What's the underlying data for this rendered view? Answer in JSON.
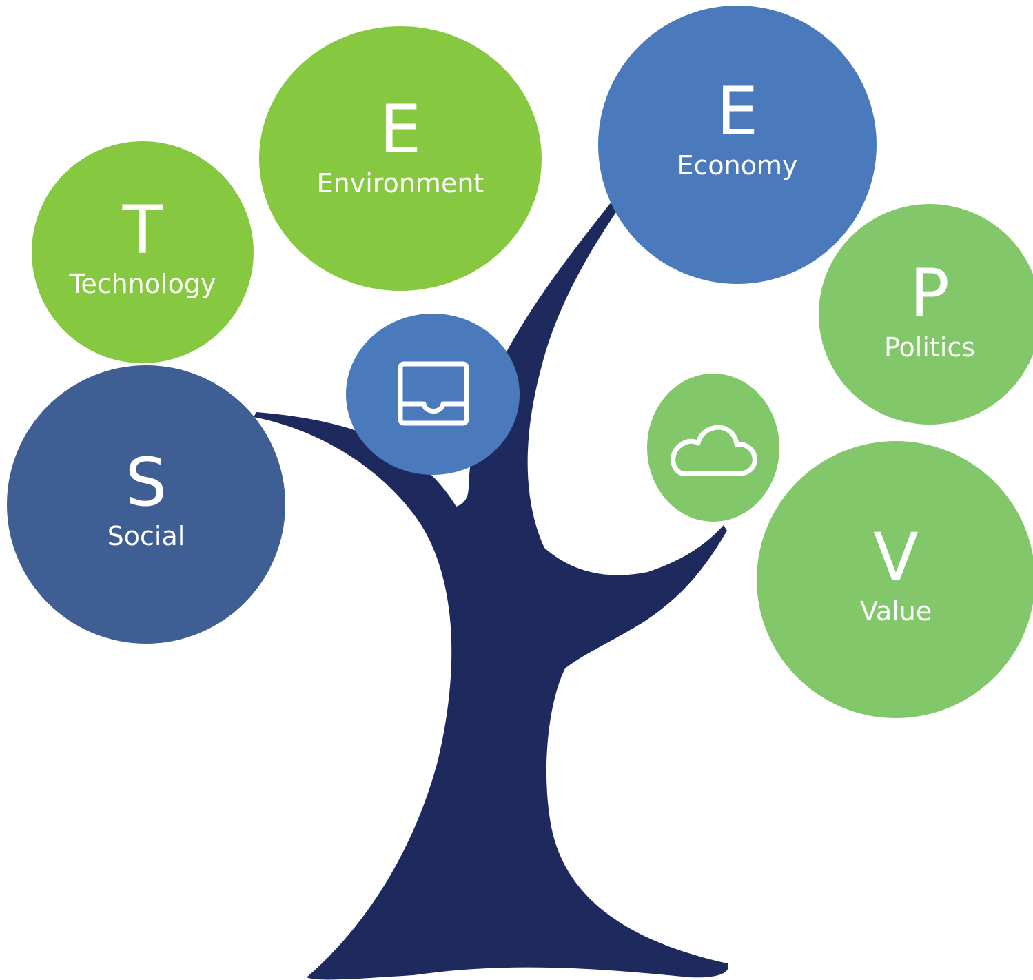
{
  "colors": {
    "trunk": "#1e2a5e",
    "green_bright": "#86c940",
    "green_soft": "#82c76a",
    "blue": "#4a7abc",
    "blue_dark": "#3e5e94"
  },
  "nodes": {
    "technology": {
      "letter": "T",
      "label": "Technology"
    },
    "environment": {
      "letter": "E",
      "label": "Environment"
    },
    "economy": {
      "letter": "E",
      "label": "Economy"
    },
    "politics": {
      "letter": "P",
      "label": "Politics"
    },
    "social": {
      "letter": "S",
      "label": "Social"
    },
    "value": {
      "letter": "V",
      "label": "Value"
    }
  },
  "icons": {
    "inbox": "inbox-tray-icon",
    "cloud": "cloud-icon"
  }
}
